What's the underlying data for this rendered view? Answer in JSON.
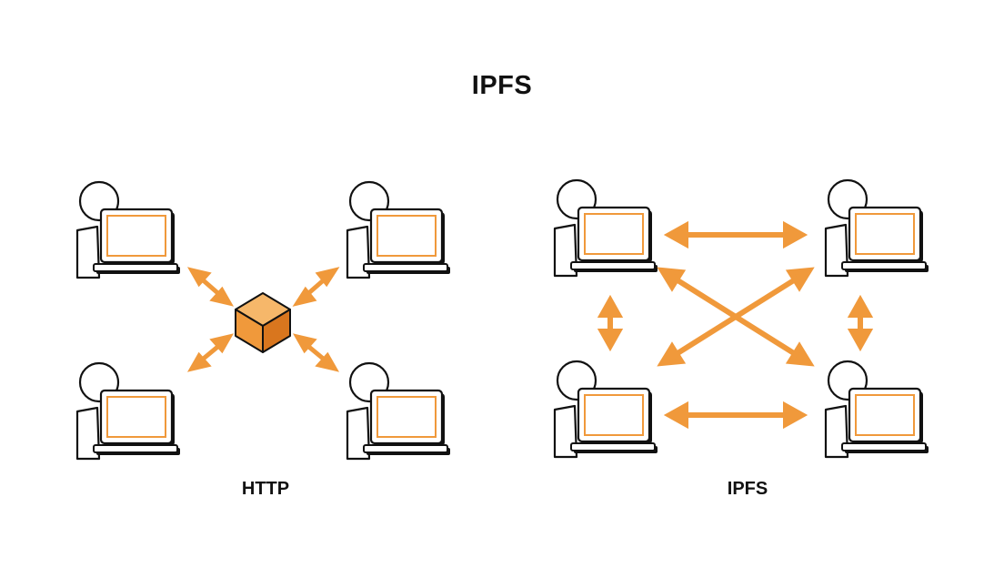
{
  "title": "IPFS",
  "panels": {
    "http": {
      "caption": "HTTP"
    },
    "ipfs": {
      "caption": "IPFS"
    }
  },
  "colors": {
    "accent": "#F0993B",
    "cube_front": "#F0993B",
    "cube_top": "#F6B76A",
    "cube_side": "#D9761E",
    "outline": "#111111",
    "screen": "#FFFFFF",
    "background": "#FFFFFF"
  },
  "icons": {
    "node": "user-laptop-icon",
    "server": "server-cube-icon",
    "link": "double-arrow-icon"
  }
}
